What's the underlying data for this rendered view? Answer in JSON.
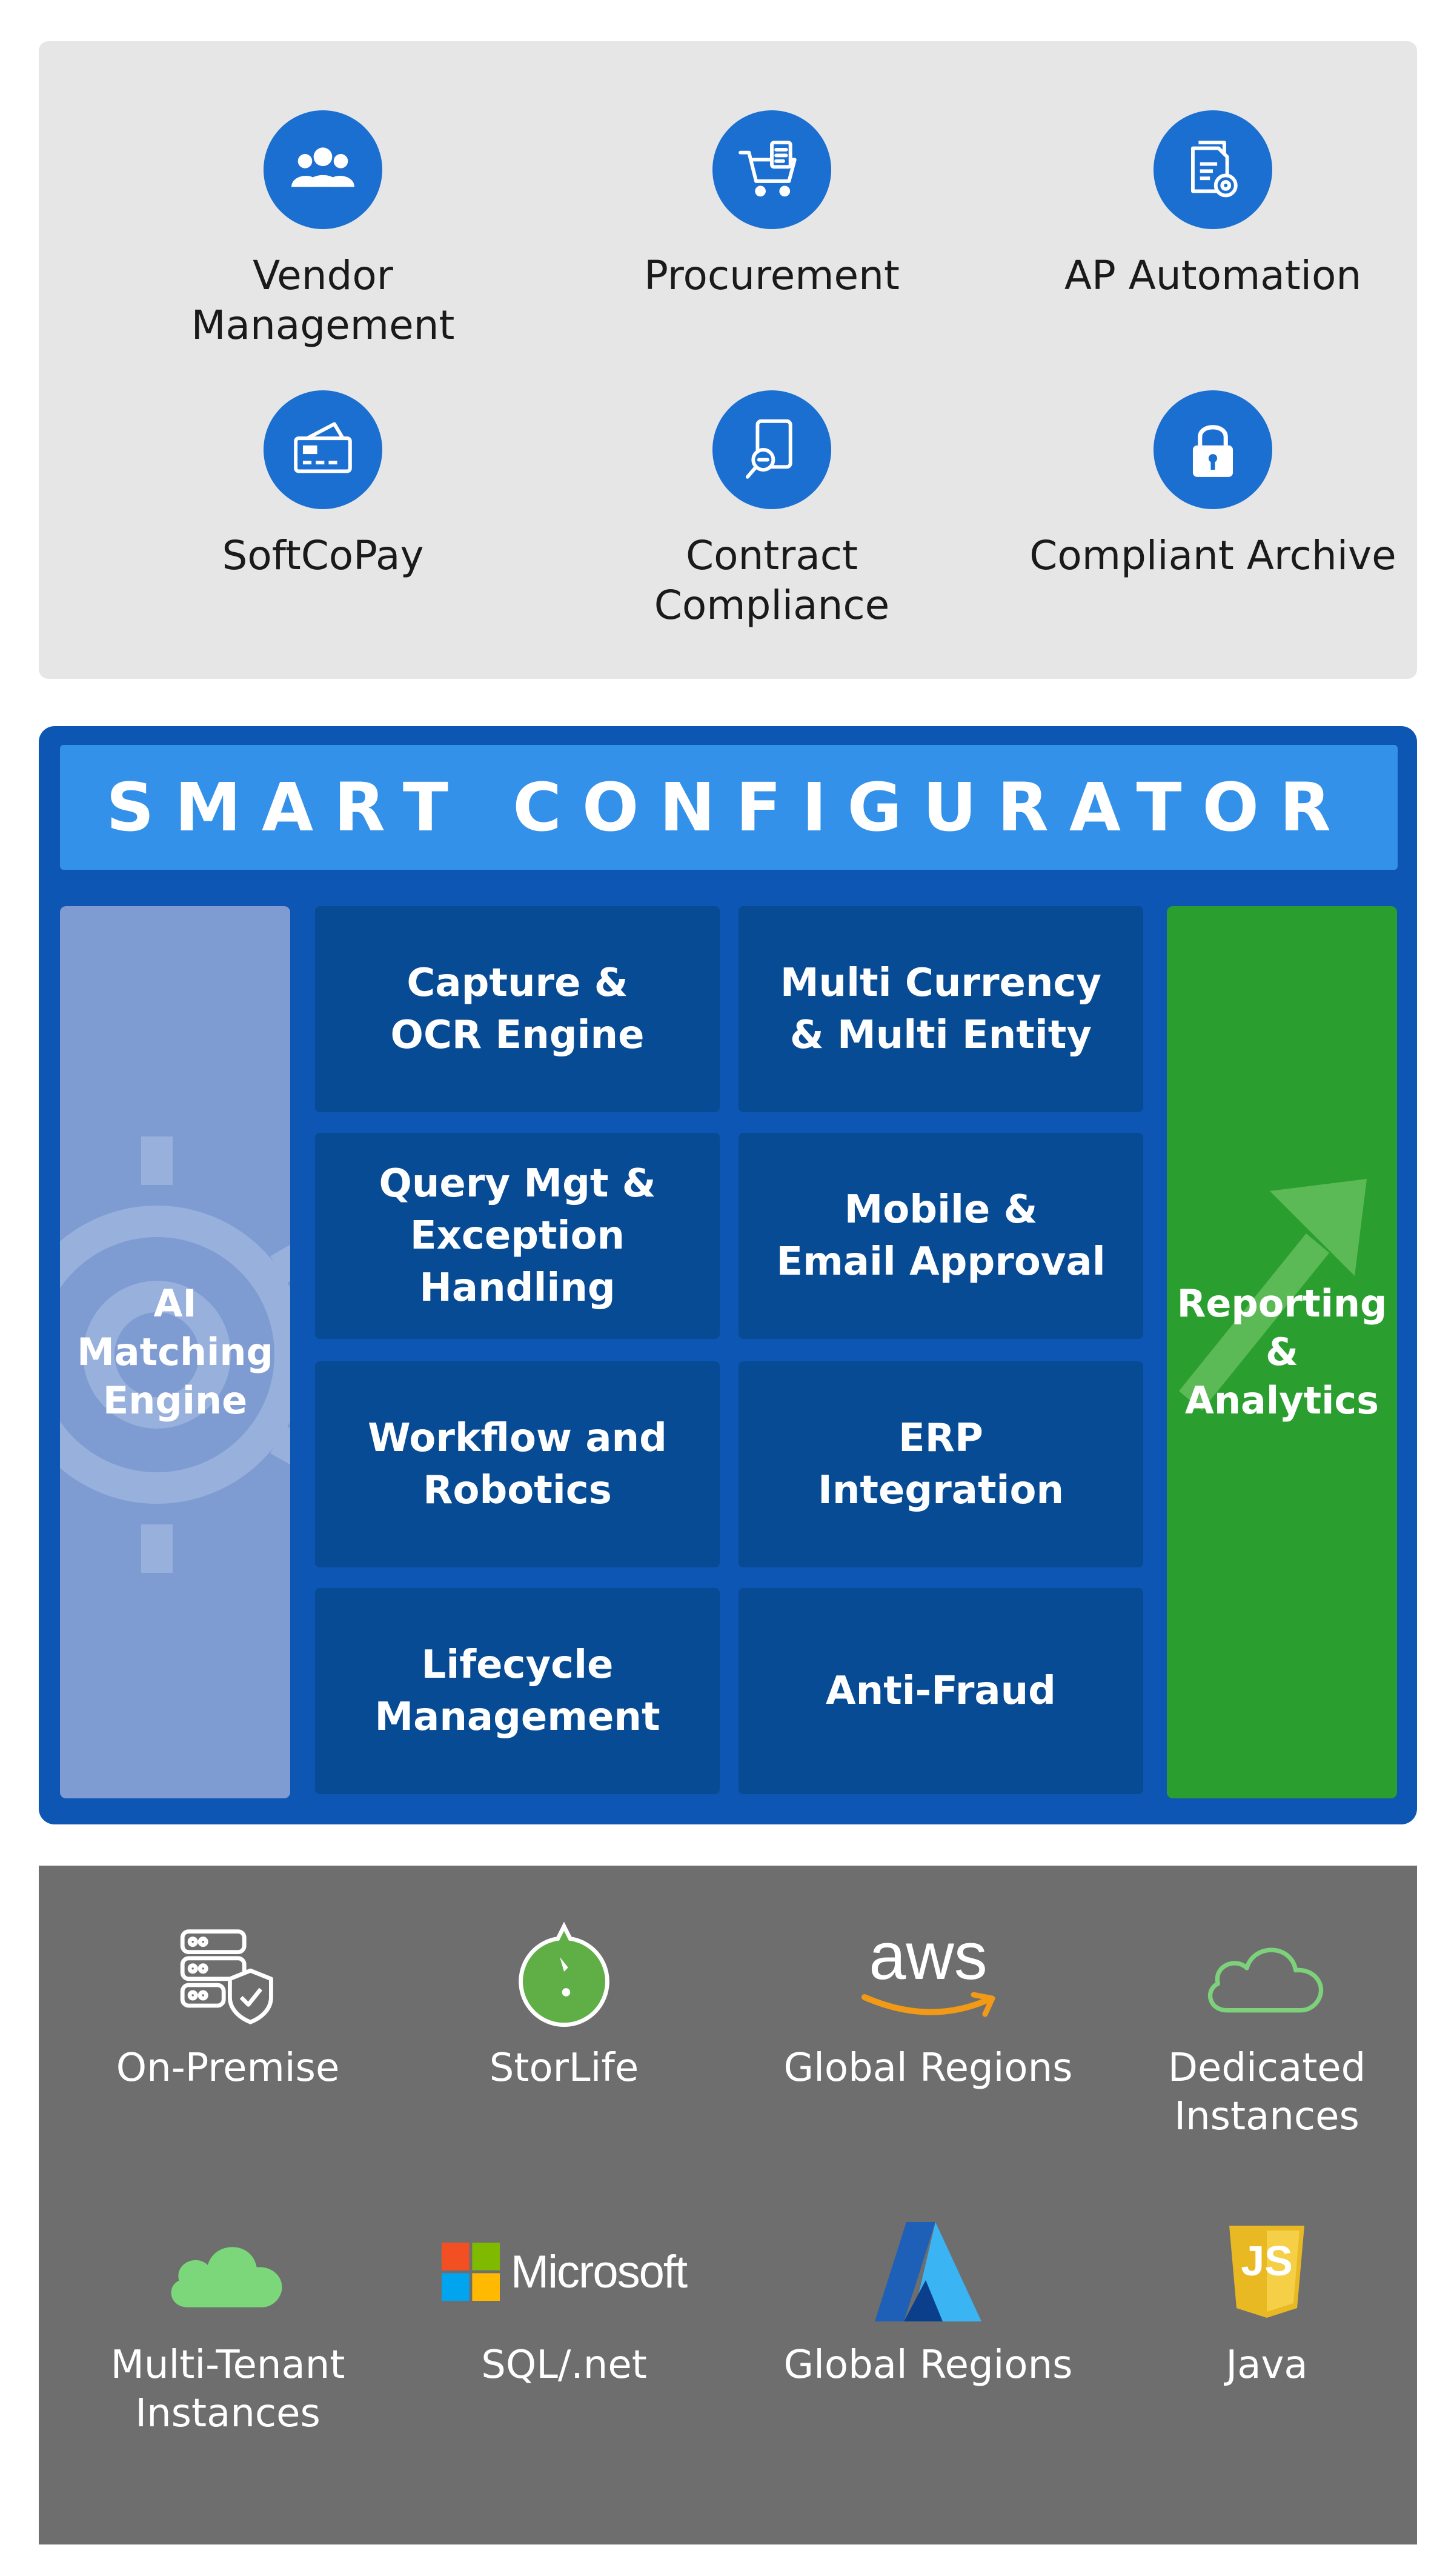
{
  "modules": {
    "items": [
      {
        "label": "Vendor\nManagement",
        "icon": "users-icon"
      },
      {
        "label": "Procurement",
        "icon": "shopping-cart-icon"
      },
      {
        "label": "AP Automation",
        "icon": "document-gear-icon"
      },
      {
        "label": "SoftCoPay",
        "icon": "credit-card-icon"
      },
      {
        "label": "Contract\nCompliance",
        "icon": "document-search-icon"
      },
      {
        "label": "Compliant Archive",
        "icon": "lock-icon"
      }
    ]
  },
  "configurator": {
    "title": "SMART CONFIGURATOR",
    "left_column": "AI\nMatching\nEngine",
    "right_column": "Reporting\n&\nAnalytics",
    "cells": [
      "Capture &\nOCR Engine",
      "Multi Currency\n& Multi Entity",
      "Query Mgt &\nException Handling",
      "Mobile &\nEmail Approval",
      "Workflow and\nRobotics",
      "ERP\nIntegration",
      "Lifecycle\nManagement",
      "Anti-Fraud"
    ]
  },
  "deployment": {
    "items": [
      {
        "label": "On-Premise",
        "icon": "server-shield-icon"
      },
      {
        "label": "StorLife",
        "icon": "storlife-logo-icon"
      },
      {
        "label": "Global Regions",
        "icon": "aws-logo-icon",
        "logo_text": "aws"
      },
      {
        "label": "Dedicated\nInstances",
        "icon": "cloud-outline-icon"
      },
      {
        "label": "Multi-Tenant\nInstances",
        "icon": "cloud-filled-icon"
      },
      {
        "label": "SQL/.net",
        "icon": "microsoft-logo-icon",
        "logo_text": "Microsoft"
      },
      {
        "label": "Global Regions",
        "icon": "azure-logo-icon"
      },
      {
        "label": "Java",
        "icon": "js-shield-icon",
        "logo_text": "JS"
      }
    ]
  },
  "colors": {
    "module_blue": "#1b6fd0",
    "configurator_blue": "#0d56b3",
    "title_bar": "#3391ea",
    "cell_blue": "#074b94",
    "ai_column": "#7e9bd2",
    "reporting_green": "#2a9f2f",
    "deploy_gray": "#6e6e6e"
  }
}
